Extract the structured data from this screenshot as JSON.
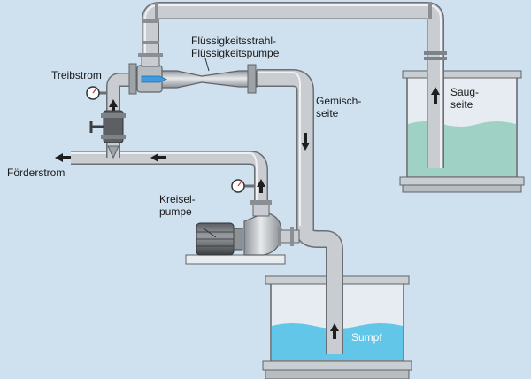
{
  "labels": {
    "jet_pump_line1": "Flüssigkeitsstrahl-",
    "jet_pump_line2": "Flüssigkeitspumpe",
    "motive_flow": "Treibstrom",
    "mixture_side_line1": "Gemisch-",
    "mixture_side_line2": "seite",
    "suction_side_line1": "Saug-",
    "suction_side_line2": "seite",
    "delivery_flow": "Förderstrom",
    "centrifugal_pump_line1": "Kreisel-",
    "centrifugal_pump_line2": "pumpe",
    "sump": "Sumpf"
  },
  "colors": {
    "background": "#cfe0ef",
    "pipe": "#c4c8cc",
    "pipe_edge": "#6a6f74",
    "water_suction": "#9fd2c4",
    "water_sump": "#62c6e8",
    "tank_interior": "#e6ecf1",
    "motive_nozzle": "#3e9be0"
  }
}
